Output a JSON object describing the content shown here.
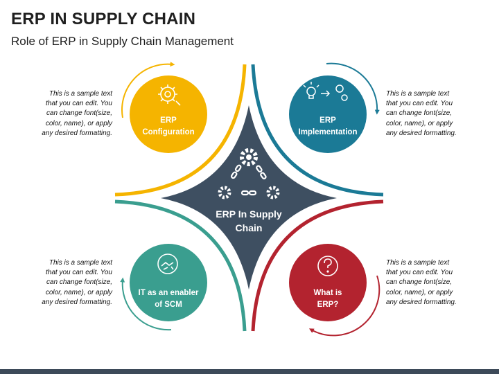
{
  "title": "ERP IN SUPPLY CHAIN",
  "subtitle": "Role of ERP in Supply Chain Management",
  "center": {
    "line1": "ERP In Supply",
    "line2": "Chain"
  },
  "nodes": {
    "top_left": {
      "line1": "ERP",
      "line2": "Configuration",
      "icon": "gear-wrench-icon",
      "color": "#f5b400"
    },
    "top_right": {
      "line1": "ERP",
      "line2": "Implementation",
      "icon": "idea-to-gears-icon",
      "color": "#1b7a96"
    },
    "bottom_left": {
      "line1": "IT as an enabler",
      "line2": "of SCM",
      "icon": "handshake-icon",
      "color": "#3a9e8f"
    },
    "bottom_right": {
      "line1": "What is",
      "line2": "ERP?",
      "icon": "question-icon",
      "color": "#b3232f"
    }
  },
  "notes": {
    "top_left": [
      "This is a sample text",
      "that you can edit. You",
      "can change font(size,",
      "color, name), or apply",
      "any desired formatting."
    ],
    "top_right": [
      "This is a sample text",
      "that you can edit. You",
      "can change font(size,",
      "color, name), or apply",
      "any desired formatting."
    ],
    "bottom_left": [
      "This is a sample text",
      "that you can edit. You",
      "can change font(size,",
      "color, name), or apply",
      "any desired formatting."
    ],
    "bottom_right": [
      "This is a sample text",
      "that you can edit. You",
      "can change font(size,",
      "color, name), or apply",
      "any desired formatting."
    ]
  },
  "colors": {
    "center": "#3e4f61",
    "yellow": "#f5b400",
    "blue": "#1b7a96",
    "teal": "#3a9e8f",
    "red": "#b3232f",
    "bar": "#3d4a59"
  }
}
